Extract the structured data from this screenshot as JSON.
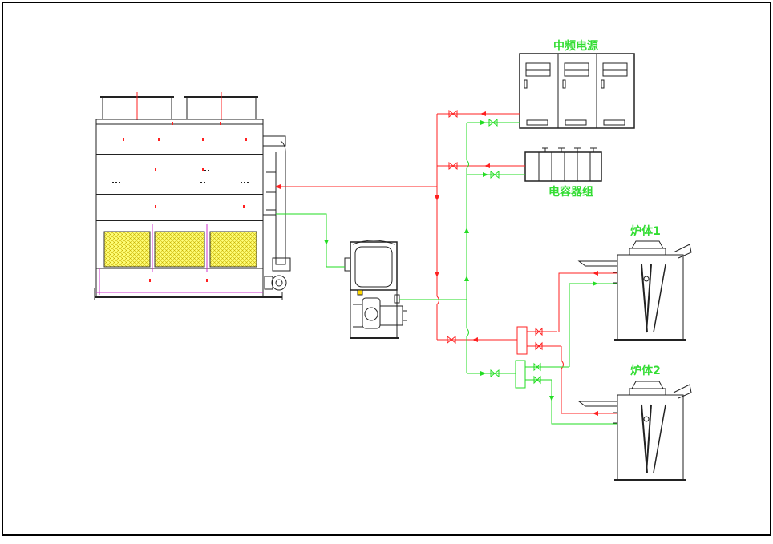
{
  "labels": {
    "power_supply": "中频电源",
    "capacitor_bank": "电容器组",
    "furnace_1": "炉体1",
    "furnace_2": "炉体2"
  },
  "colors": {
    "hot_line": "#ff2020",
    "cold_line": "#22dd22",
    "label": "#33dd33",
    "frame": "#000000",
    "fill_media": "#ffff66",
    "equipment": "#222222",
    "base_line": "#cc33cc"
  }
}
